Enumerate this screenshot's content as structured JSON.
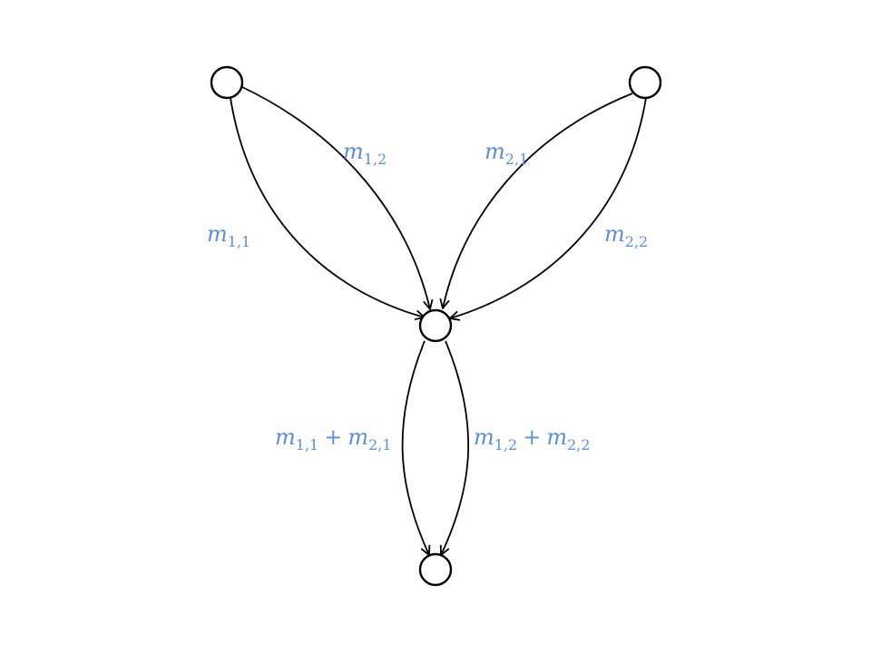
{
  "label_color": "#5b8fd9",
  "nodes": [
    "source-1",
    "source-2",
    "merge",
    "sink"
  ],
  "edges": [
    {
      "from": "source-1",
      "to": "merge",
      "label_var": "m",
      "label_sub": "1,1"
    },
    {
      "from": "source-1",
      "to": "merge",
      "label_var": "m",
      "label_sub": "1,2"
    },
    {
      "from": "source-2",
      "to": "merge",
      "label_var": "m",
      "label_sub": "2,1"
    },
    {
      "from": "source-2",
      "to": "merge",
      "label_var": "m",
      "label_sub": "2,2"
    },
    {
      "from": "merge",
      "to": "sink",
      "label_a_var": "m",
      "label_a_sub": "1,1",
      "label_op": "+",
      "label_b_var": "m",
      "label_b_sub": "2,1"
    },
    {
      "from": "merge",
      "to": "sink",
      "label_a_var": "m",
      "label_a_sub": "1,2",
      "label_op": "+",
      "label_b_var": "m",
      "label_b_sub": "2,2"
    }
  ]
}
